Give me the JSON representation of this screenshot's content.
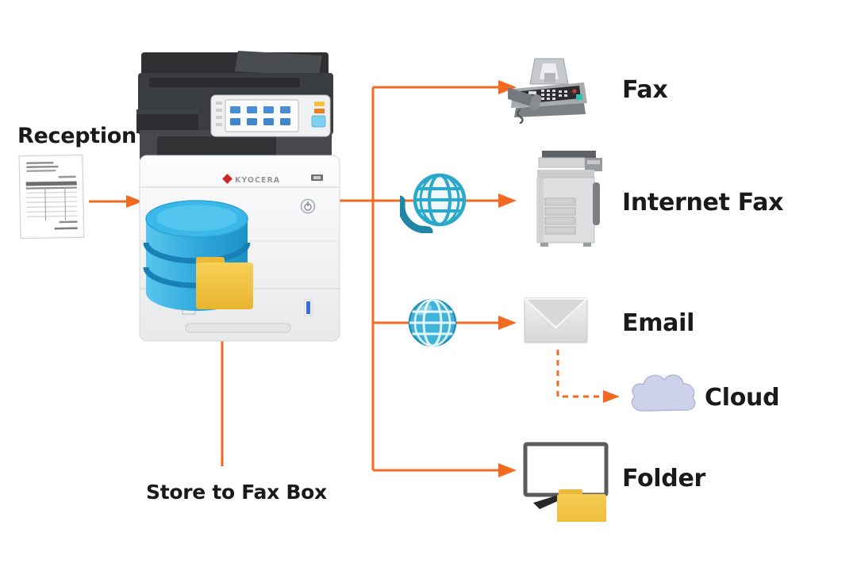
{
  "diagram": {
    "source": {
      "label": "Reception",
      "icon": "document-icon"
    },
    "device": {
      "brand": "KYOCERA",
      "icon": "mfp-printer-icon",
      "storage": {
        "label": "Store to Fax Box",
        "icons": [
          "database-icon",
          "folder-icon"
        ]
      }
    },
    "destinations": [
      {
        "label": "Fax",
        "icon": "fax-machine-icon"
      },
      {
        "label": "Internet Fax",
        "icon": "copier-icon",
        "via_icon": "phone-globe-icon"
      },
      {
        "label": "Email",
        "icon": "envelope-icon",
        "via_icon": "globe-icon"
      },
      {
        "label": "Folder",
        "icon": "monitor-folder-icon"
      }
    ],
    "cloud_destination": {
      "label": "Cloud",
      "icon": "cloud-icon",
      "connected_from": "Email",
      "line_style": "dashed"
    },
    "colors": {
      "connector_orange": "#F26A21",
      "label_text": "#1A1A1A",
      "globe_teal": "#2BA8CC",
      "database_blue": "#2DA6D9",
      "folder_yellow": "#F2C64C",
      "cloud_fill": "#CDD2EA"
    }
  }
}
